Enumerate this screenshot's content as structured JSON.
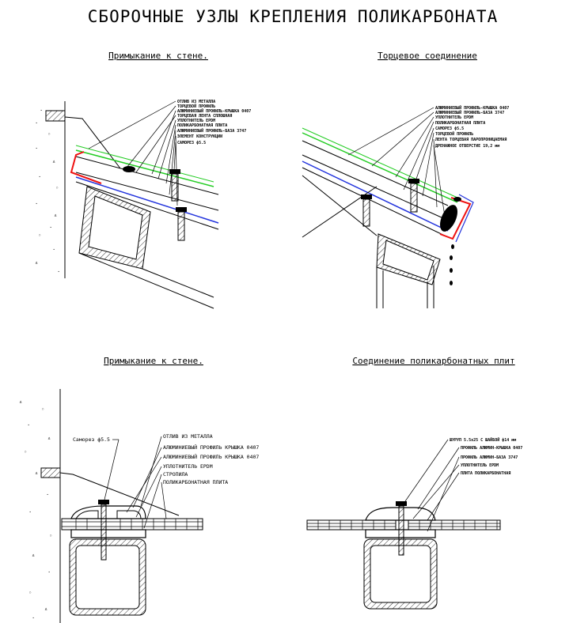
{
  "title": "СБОРОЧНЫЕ УЗЛЫ КРЕПЛЕНИЯ ПОЛИКАРБОНАТА",
  "colors": {
    "green": "#22cc22",
    "blue": "#2233dd",
    "red": "#ee1111"
  },
  "panels": [
    {
      "title": "Примыкание к стене.",
      "labels": [
        "ОТЛИВ ИЗ МЕТАЛЛА",
        "ТОРЦЕВОЙ ПРОФИЛЬ",
        "АЛЮМИНИЕВЫЙ ПРОФИЛЬ-КРЫШКА 0407",
        "ТОРЦЕВАЯ ЛЕНТА СПЛОШНАЯ",
        "УПЛОТНИТЕЛЬ EPDM",
        "ПОЛИКАРБОНАТНАЯ ПЛИТА",
        "АЛЮМИНИЕВЫЙ ПРОФИЛЬ-БАЗА 3747",
        "ЭЛЕМЕНТ КОНСТРУКЦИИ",
        "САМОРЕЗ ф5.5"
      ]
    },
    {
      "title": "Торцевое соединение",
      "labels": [
        "АЛЮМИНИЕВЫЙ ПРОФИЛЬ-КРЫШКА 0407",
        "АЛЮМИНИЕВЫЙ ПРОФИЛЬ-БАЗА 3747",
        "УПЛОТНИТЕЛЬ EPDM",
        "ПОЛИКАРБОНАТНАЯ ПЛИТА",
        "САМОРЕЗ ф5.5",
        "ТОРЦЕВОЙ ПРОФИЛЬ",
        "ЛЕНТА ТОРЦЕВАЯ ПАРОПРОНИЦАЕМАЯ",
        "ДРЕНАЖНОЕ ОТВЕРСТИЕ 19,2 мм"
      ]
    },
    {
      "title": "Примыкание к стене.",
      "screw_label": "Саморез ф5.5",
      "labels": [
        "ОТЛИВ ИЗ МЕТАЛЛА",
        "АЛЮМИНИЕВЫЙ ПРОФИЛЬ КРЫШКА 0407",
        "АЛЮМИНИЕВЫЙ ПРОФИЛЬ КРЫШКА 0407",
        "УПЛОТНИТЕЛЬ EPDM",
        "СТРОПИЛА",
        "ПОЛИКАРБОНАТНАЯ ПЛИТА"
      ]
    },
    {
      "title": "Соединение поликарбонатных плит",
      "labels": [
        "ШУРУП 5.5х25 С ШАЙБОЙ ф14 мм",
        "ПРОФИЛЬ АЛЮМИН-КРЫШКА 0407",
        "ПРОФИЛЬ АЛЮМИН-БАЗА 3747",
        "УПЛОТНИТЕЛЬ EPDM",
        "ПЛИТА ПОЛИКАРБОНАТНАЯ"
      ]
    }
  ]
}
